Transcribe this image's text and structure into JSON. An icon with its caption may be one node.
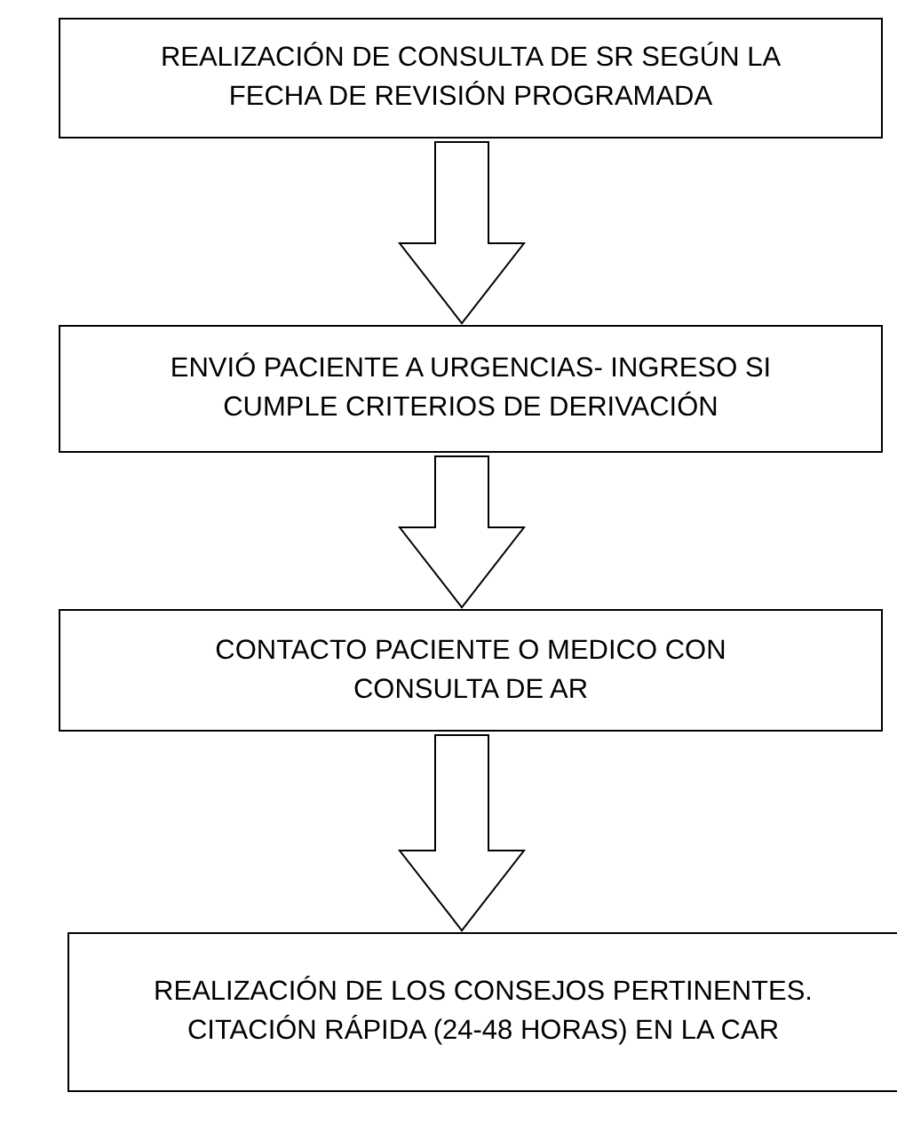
{
  "diagram": {
    "nodes": [
      {
        "text": [
          "REALIZACIÓN DE CONSULTA DE SR SEGÚN LA FECHA DE REVISIÓN PROGRAMADA"
        ]
      },
      {
        "text": [
          "ENVIÓ PACIENTE A URGENCIAS- INGRESO SI CUMPLE CRITERIOS DE DERIVACIÓN"
        ]
      },
      {
        "text": [
          "CONTACTO PACIENTE O MEDICO CON CONSULTA DE AR"
        ]
      },
      {
        "text": [
          "REALIZACIÓN DE LOS CONSEJOS PERTINENTES.",
          "CITACIÓN RÁPIDA (24-48 HORAS) EN LA CAR"
        ]
      }
    ],
    "edges": [
      {
        "from": 0,
        "to": 1,
        "arrow": "to"
      },
      {
        "from": 1,
        "to": 2,
        "arrow": "to"
      },
      {
        "from": 2,
        "to": 3,
        "arrow": "to"
      }
    ]
  }
}
